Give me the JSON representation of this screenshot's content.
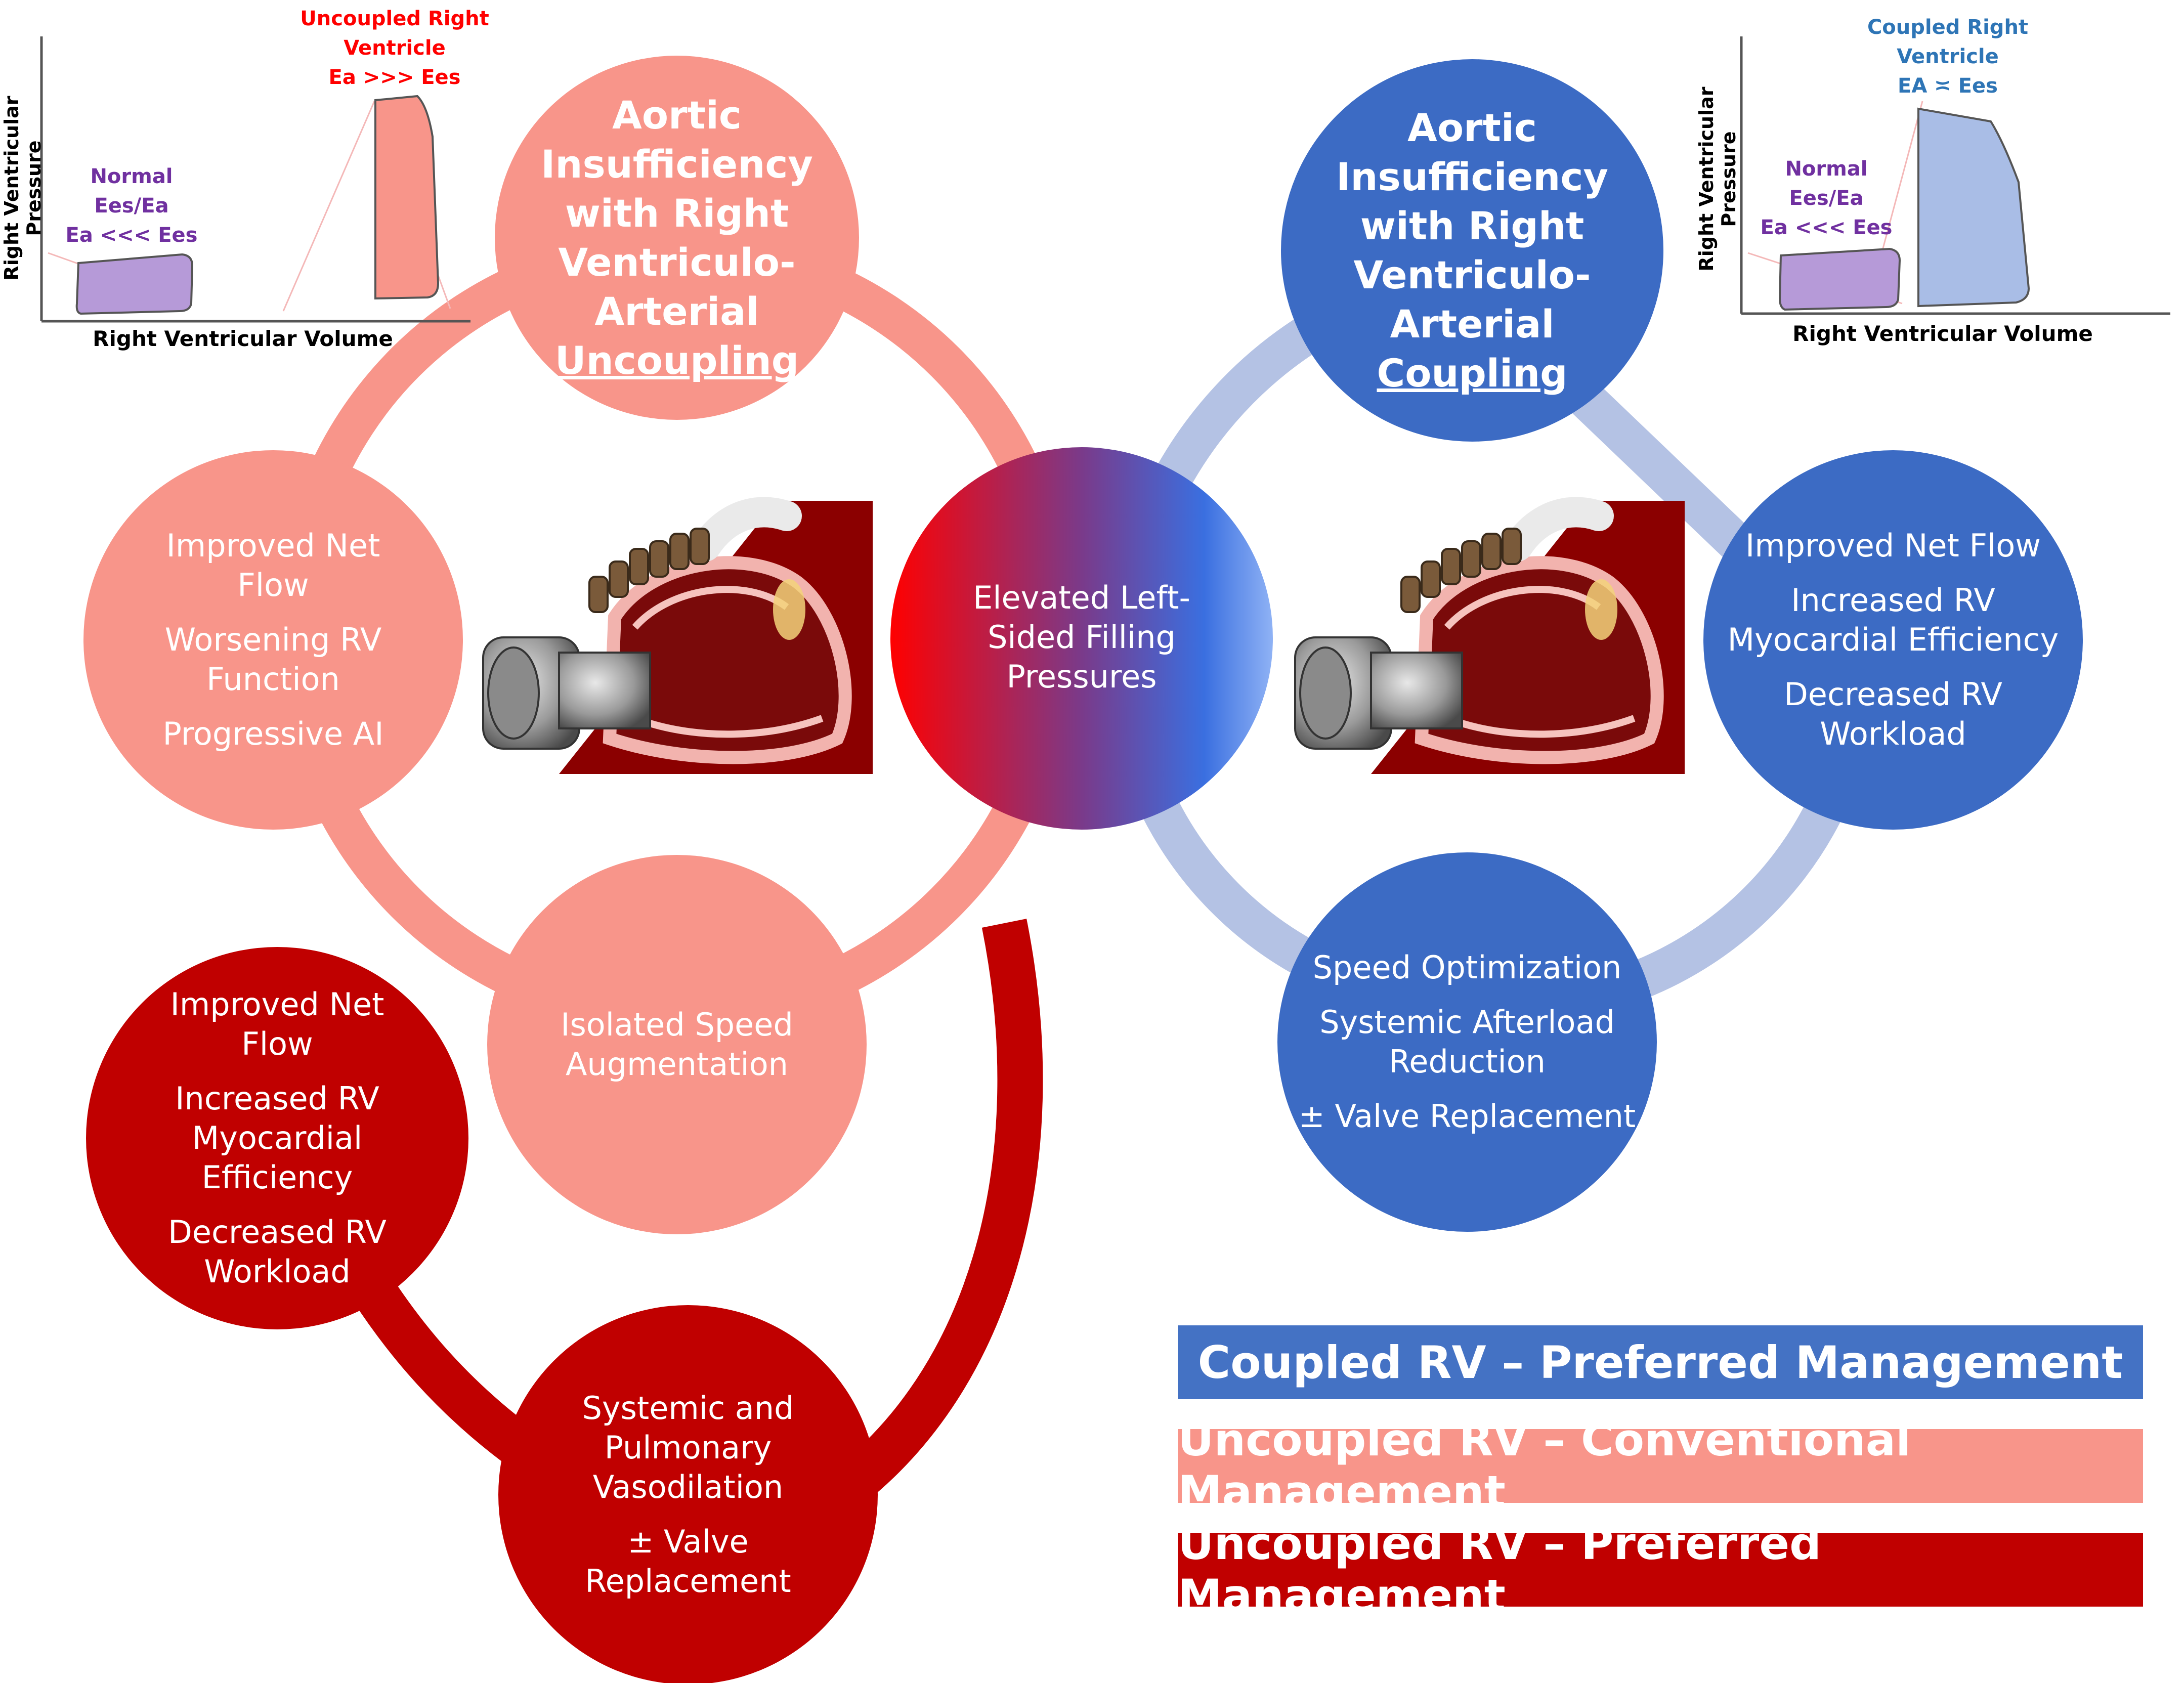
{
  "colors": {
    "coupled_preferred": "#4472c4",
    "uncoupled_conventional": "#f8958a",
    "uncoupled_preferred": "#c00000",
    "connector_blue": "#b4c2e4",
    "pv_purple": "#7030a0",
    "pv_red": "#ff0000",
    "pv_blue": "#2e75b6"
  },
  "center": {
    "lines": [
      "Elevated Left-",
      "Sided Filling",
      "Pressures"
    ]
  },
  "left_title": {
    "lines": [
      "Aortic",
      "Insufficiency",
      "with Right",
      "Ventriculo-",
      "Arterial"
    ],
    "underlined": "Uncoupling"
  },
  "right_title": {
    "lines": [
      "Aortic",
      "Insufficiency",
      "with Right",
      "Ventriculo-",
      "Arterial"
    ],
    "underlined": "Coupling"
  },
  "left_outcome": {
    "groups": [
      [
        "Improved Net",
        "Flow"
      ],
      [
        "Worsening RV",
        "Function"
      ],
      [
        "Progressive AI"
      ]
    ]
  },
  "left_intervention": {
    "groups": [
      [
        "Isolated Speed",
        "Augmentation"
      ]
    ]
  },
  "right_outcome": {
    "groups": [
      [
        "Improved Net Flow"
      ],
      [
        "Increased RV",
        "Myocardial Efficiency"
      ],
      [
        "Decreased RV",
        "Workload"
      ]
    ]
  },
  "right_intervention": {
    "groups": [
      [
        "Speed Optimization"
      ],
      [
        "Systemic Afterload",
        "Reduction"
      ],
      [
        "± Valve Replacement"
      ]
    ]
  },
  "dark_outcome": {
    "groups": [
      [
        "Improved Net",
        "Flow"
      ],
      [
        "Increased RV",
        "Myocardial",
        "Efficiency"
      ],
      [
        "Decreased RV",
        "Workload"
      ]
    ]
  },
  "dark_intervention": {
    "groups": [
      [
        "Systemic and",
        "Pulmonary",
        "Vasodilation"
      ],
      [
        "± Valve",
        "Replacement"
      ]
    ]
  },
  "legend": [
    {
      "label": "Coupled RV – Preferred Management",
      "color": "#4472c4"
    },
    {
      "label": "Uncoupled RV – Conventional Management",
      "color": "#f8958a"
    },
    {
      "label": "Uncoupled RV – Preferred Management",
      "color": "#c00000"
    }
  ],
  "pv_left": {
    "ylabel": "Right Ventricular Pressure",
    "xlabel": "Right Ventricular Volume",
    "normal_lines": [
      "Normal",
      "Ees/Ea",
      "Ea <<< Ees"
    ],
    "state_lines": [
      "Uncoupled Right",
      "Ventricle",
      "Ea >>> Ees"
    ]
  },
  "pv_right": {
    "ylabel": "Right Ventricular Pressure",
    "xlabel": "Right Ventricular Volume",
    "normal_lines": [
      "Normal",
      "Ees/Ea",
      "Ea <<< Ees"
    ],
    "state_lines": [
      "Coupled Right",
      "Ventricle",
      "EA ≍ Ees"
    ]
  },
  "icons": [
    "lvad-heart-illustration",
    "lvad-heart-illustration"
  ]
}
